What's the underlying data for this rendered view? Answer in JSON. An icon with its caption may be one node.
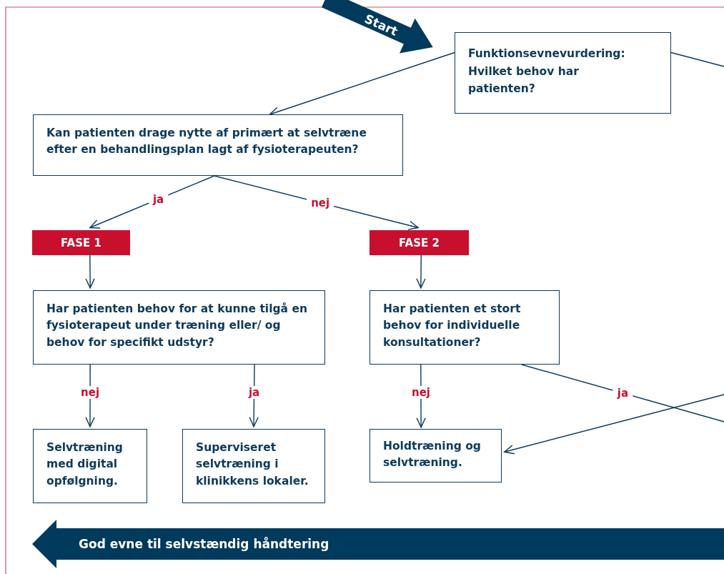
{
  "diagram": {
    "nodes": [
      {
        "text": [
          "Start"
        ]
      },
      {
        "text": [
          "Funktionsevnevurdering:",
          "Hvilket behov har patienten?"
        ]
      },
      {
        "text": [
          "Kan patienten drage nytte af primært at selvtræne efter en behandlingsplan lagt af fysioterapeuten?"
        ]
      },
      {
        "text": [
          "FASE 1"
        ]
      },
      {
        "text": [
          "FASE 2"
        ]
      },
      {
        "text": [
          "Har patienten behov for at kunne tilgå en fysioterapeut under træning eller/ og behov for specifikt udstyr?"
        ]
      },
      {
        "text": [
          "Har patienten et stort behov for individuelle konsultationer?"
        ]
      },
      {
        "text": [
          "Selvtræning med digital opfølgning."
        ]
      },
      {
        "text": [
          "Superviseret selvtræning i klinikkens lokaler."
        ]
      },
      {
        "text": [
          "Holdtræning og selvtræning."
        ]
      },
      {
        "text": [
          "God evne til selvstændig håndtering"
        ]
      }
    ],
    "edges": [
      {
        "from": 1,
        "to": 2,
        "arrow": "to"
      },
      {
        "from": 1,
        "to": null,
        "arrow": "none"
      },
      {
        "from": 2,
        "to": 3,
        "arrow": "to",
        "label": "ja"
      },
      {
        "from": 2,
        "to": 4,
        "arrow": "to",
        "label": "nej"
      },
      {
        "from": 3,
        "to": 5,
        "arrow": "to"
      },
      {
        "from": 4,
        "to": 6,
        "arrow": "to"
      },
      {
        "from": 5,
        "to": 7,
        "arrow": "to",
        "label": "nej"
      },
      {
        "from": 5,
        "to": 8,
        "arrow": "to",
        "label": "ja"
      },
      {
        "from": 6,
        "to": 9,
        "arrow": "to",
        "label": "nej"
      },
      {
        "from": 6,
        "to": null,
        "arrow": "none",
        "label": "ja"
      },
      {
        "from": null,
        "to": 9,
        "arrow": "to"
      }
    ]
  }
}
